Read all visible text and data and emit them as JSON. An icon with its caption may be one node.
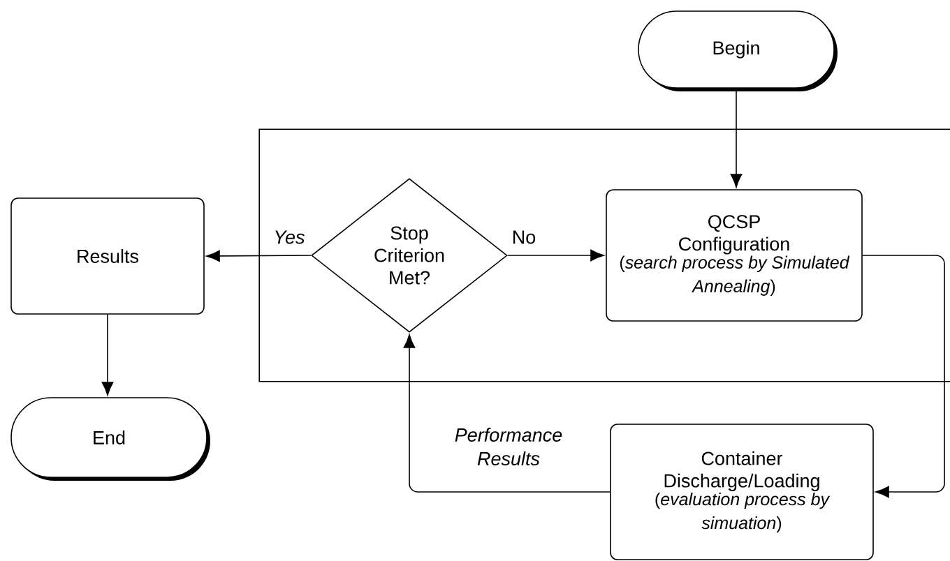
{
  "diagram": {
    "nodes": [
      {
        "text": [
          "Begin"
        ]
      },
      {
        "text": [],
        "shape": "box"
      },
      {
        "text": [
          "Results"
        ]
      },
      {
        "text": [
          "Stop Criterion Met?"
        ],
        "in": 1
      },
      {
        "text": [
          "QCSP Configuration",
          "(*search process by Simulated Annealing*)"
        ],
        "in": 1
      },
      {
        "text": [
          "End"
        ]
      },
      {
        "text": [
          "Container Discharge/Loading",
          "(*evaluation process by simuation*)"
        ]
      }
    ],
    "edges": [
      {
        "from": 0,
        "to": 4,
        "arrow": "to"
      },
      {
        "from": 3,
        "to": 4,
        "arrow": "to",
        "label": "No"
      },
      {
        "from": 3,
        "to": 2,
        "arrow": "to",
        "label": "Yes"
      },
      {
        "from": 4,
        "to": 6,
        "arrow": "to"
      },
      {
        "from": 6,
        "to": 3,
        "arrow": "to",
        "label": "Performance Results"
      },
      {
        "from": 2,
        "to": 5,
        "arrow": "to"
      }
    ]
  }
}
